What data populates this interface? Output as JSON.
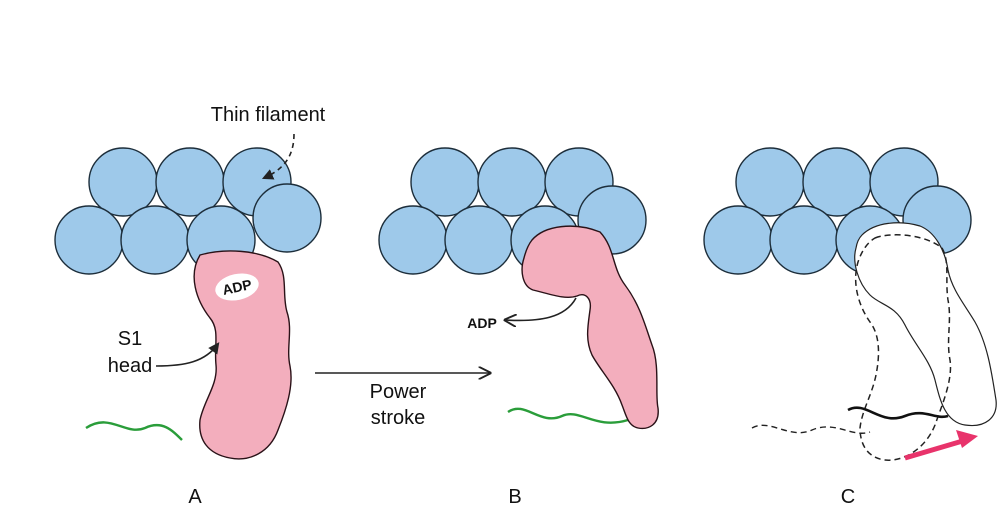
{
  "labels": {
    "thin_filament": "Thin filament",
    "s1": "S1",
    "head": "head",
    "adp_bound": "ADP",
    "adp_released": "ADP",
    "power": "Power",
    "stroke": "stroke",
    "panel_a": "A",
    "panel_b": "B",
    "panel_c": "C"
  },
  "colors": {
    "actin": "#9ec9ea",
    "actin_stroke": "#1d2e3b",
    "myosin": "#f3aebd",
    "myosin_stroke": "#2a1218",
    "tail": "#2a9d3a",
    "arrow_red": "#e8336b",
    "line": "#222222"
  }
}
